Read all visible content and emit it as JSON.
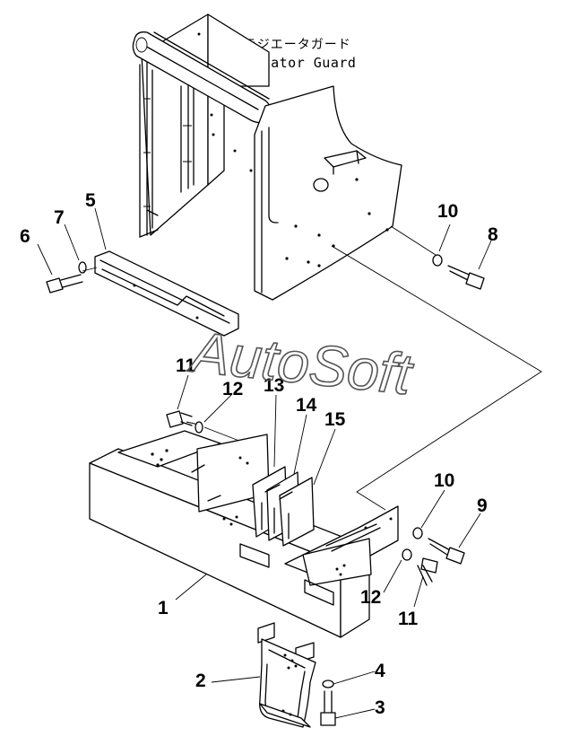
{
  "title": {
    "japanese": "ラジエータガード",
    "english": "Radiator Guard"
  },
  "watermark": "AutoSoft",
  "callouts": [
    {
      "id": "c1",
      "label": "1"
    },
    {
      "id": "c2",
      "label": "2"
    },
    {
      "id": "c3",
      "label": "3"
    },
    {
      "id": "c4",
      "label": "4"
    },
    {
      "id": "c5",
      "label": "5"
    },
    {
      "id": "c6",
      "label": "6"
    },
    {
      "id": "c7",
      "label": "7"
    },
    {
      "id": "c8",
      "label": "8"
    },
    {
      "id": "c9",
      "label": "9"
    },
    {
      "id": "c10a",
      "label": "10"
    },
    {
      "id": "c10b",
      "label": "10"
    },
    {
      "id": "c11a",
      "label": "11"
    },
    {
      "id": "c11b",
      "label": "11"
    },
    {
      "id": "c12a",
      "label": "12"
    },
    {
      "id": "c12b",
      "label": "12"
    },
    {
      "id": "c13",
      "label": "13"
    },
    {
      "id": "c14",
      "label": "14"
    },
    {
      "id": "c15",
      "label": "15"
    }
  ]
}
